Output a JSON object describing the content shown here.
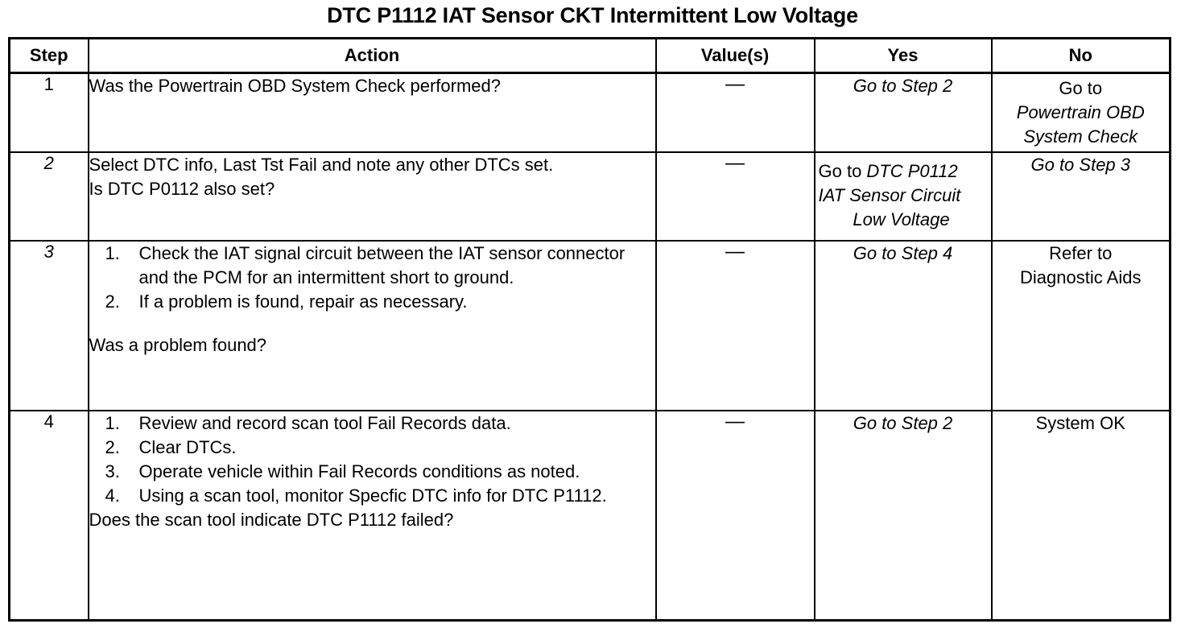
{
  "document": {
    "title": "DTC P1112 IAT Sensor CKT Intermittent Low Voltage"
  },
  "table": {
    "headers": {
      "step": "Step",
      "action": "Action",
      "value": "Value(s)",
      "yes": "Yes",
      "no": "No"
    },
    "rows": [
      {
        "step": "1",
        "step_italic": false,
        "action": {
          "intro": "Was the Powertrain OBD System Check performed?",
          "items": [],
          "question": ""
        },
        "value": "—",
        "yes": {
          "lines": [
            {
              "text": "Go to Step 2",
              "italic": true
            }
          ]
        },
        "no": {
          "lines": [
            {
              "text": "Go to",
              "italic": false
            },
            {
              "text": "Powertrain OBD",
              "italic": true
            },
            {
              "text": "System Check",
              "italic": true
            }
          ]
        }
      },
      {
        "step": "2",
        "step_italic": true,
        "action": {
          "intro": "Select DTC info, Last Tst Fail and note any other DTCs set.",
          "items": [],
          "question": "Is DTC P0112 also set?"
        },
        "value": "—",
        "yes": {
          "lines": [
            {
              "text": "Go to ",
              "italic": false,
              "suffix": "DTC P0112",
              "suffix_italic": true
            },
            {
              "text": "IAT Sensor Circuit",
              "italic": true
            },
            {
              "text": "Low Voltage",
              "italic": true
            }
          ]
        },
        "no": {
          "lines": [
            {
              "text": "Go to Step 3",
              "italic": true
            }
          ]
        }
      },
      {
        "step": "3",
        "step_italic": true,
        "action": {
          "intro": "",
          "items": [
            {
              "num": "1.",
              "text": "Check the IAT signal circuit between the IAT sensor connector and the PCM for an intermittent short to ground."
            },
            {
              "num": "2.",
              "text": "If a problem is found, repair as necessary."
            }
          ],
          "question": "Was a problem found?"
        },
        "value": "—",
        "yes": {
          "lines": [
            {
              "text": "Go to Step 4",
              "italic": true
            }
          ]
        },
        "no": {
          "lines": [
            {
              "text": "Refer to",
              "italic": false
            },
            {
              "text": "Diagnostic Aids",
              "italic": false
            }
          ]
        }
      },
      {
        "step": "4",
        "step_italic": false,
        "action": {
          "intro": "",
          "items": [
            {
              "num": "1.",
              "text": "Review and record scan tool Fail Records data."
            },
            {
              "num": "2.",
              "text": "Clear DTCs."
            },
            {
              "num": "3.",
              "text": "Operate vehicle within Fail Records conditions as noted."
            },
            {
              "num": "4.",
              "text": "Using a scan tool, monitor Specfic DTC info for DTC P1112."
            }
          ],
          "question": "Does the scan tool indicate DTC P1112 failed?"
        },
        "value": "—",
        "yes": {
          "lines": [
            {
              "text": "Go to Step 2",
              "italic": true
            }
          ]
        },
        "no": {
          "lines": [
            {
              "text": "System OK",
              "italic": false
            }
          ]
        }
      }
    ]
  },
  "colors": {
    "text": "#000000",
    "background": "#ffffff",
    "border": "#000000"
  }
}
